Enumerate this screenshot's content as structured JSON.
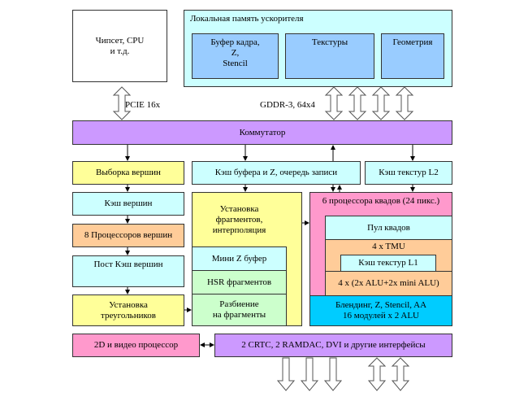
{
  "diagram": {
    "chipset": "Чипсет, CPU\nи т.д.",
    "local_memory": {
      "title": "Локальная память ускорителя",
      "frame_buffer": "Буфер кадра,\nZ,\nStencil",
      "textures": "Текстуры",
      "geometry": "Геометрия"
    },
    "pcie_label": "PCIE 16x",
    "gddr_label": "GDDR-3, 64x4",
    "commutator": "Коммутатор",
    "vertex_fetch": "Выборка вершин",
    "buffer_z_cache": "Кэш буфера и Z, очередь записи",
    "texture_cache_l2": "Кэш текстур L2",
    "vertex_cache": "Кэш вершин",
    "vertex_processors": "8 Процессоров вершин",
    "post_vertex_cache": "Пост Кэш вершин",
    "triangle_setup": "Установка\nтреугольников",
    "fragment_setup": "Установка\nфрагментов,\nинтерполяция",
    "mini_z_buffer": "Мини Z буфер",
    "hsr_fragments": "HSR фрагментов",
    "fragment_split": "Разбиение\nна фрагменты",
    "quad_processors": "6 процессора квадов (24 пикс.)",
    "quad_pool": "Пул квадов",
    "tmu": "4 x TMU",
    "texture_cache_l1": "Кэш текстур L1",
    "alu": "4 x (2x ALU+2x mini ALU)",
    "blending": "Блендинг, Z, Stencil, AA\n16 модулей x 2 ALU",
    "video_processor": "2D и видео процессор",
    "interfaces": "2 CRTC, 2 RAMDAC, DVI и другие интерфейсы"
  }
}
